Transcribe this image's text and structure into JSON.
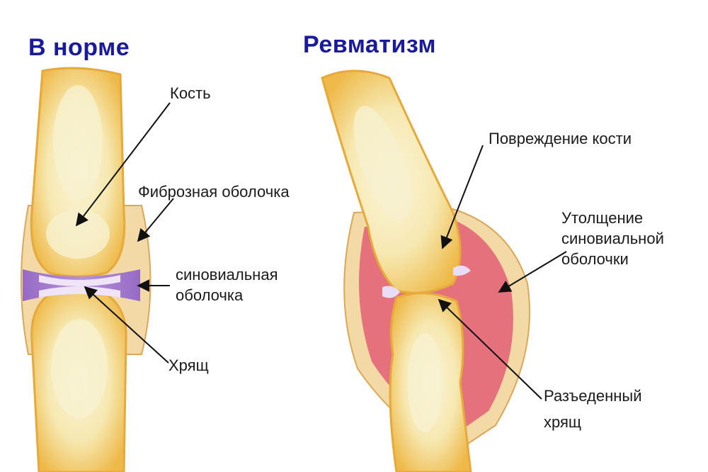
{
  "diagram": {
    "panels": [
      {
        "id": "normal",
        "title": "В норме",
        "labels": {
          "bone": "Кость",
          "fibrous": "Фиброзная оболочка",
          "synovial_line1": "синовиальная",
          "synovial_line2": "оболочка",
          "cartilage": "Хрящ"
        }
      },
      {
        "id": "rheumatism",
        "title": "Ревматизм",
        "labels": {
          "bone_damage": "Повреждение кости",
          "thickening_line1": "Утолщение",
          "thickening_line2": "синовиальной",
          "thickening_line3": "оболочки",
          "eroded_line1": "Разъеденный",
          "eroded_line2": "хрящ"
        }
      }
    ],
    "colors": {
      "title": "#1a1a9c",
      "bone_outer": "#f2c25a",
      "bone_inner": "#f7efc8",
      "capsule": "#f5deb0",
      "synovial_normal": "#9a6fd0",
      "synovial_inflamed": "#e36a78",
      "cartilage": "#e9dcf5"
    }
  }
}
